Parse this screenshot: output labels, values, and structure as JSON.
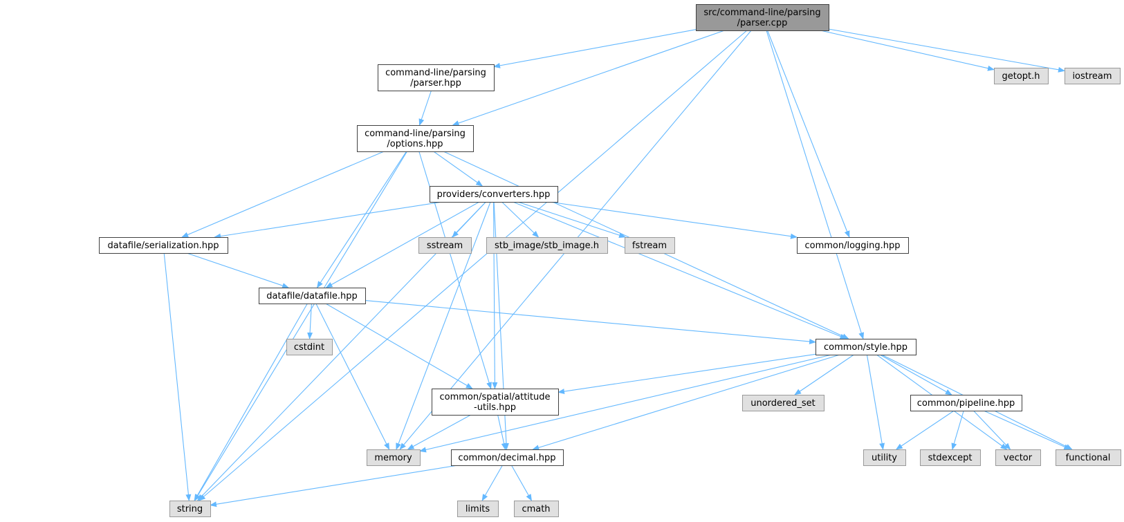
{
  "colors": {
    "root_fill": "#999999",
    "project_fill": "#ffffff",
    "system_fill": "#e0e0e0",
    "project_border": "#404040",
    "system_border": "#999999",
    "edge": "#63b8ff"
  },
  "nodes": [
    {
      "id": "root",
      "kind": "root",
      "lines": [
        "src/command-line/parsing",
        "/parser.cpp"
      ]
    },
    {
      "id": "parser_hpp",
      "kind": "project",
      "lines": [
        "command-line/parsing",
        "/parser.hpp"
      ]
    },
    {
      "id": "options_hpp",
      "kind": "project",
      "lines": [
        "command-line/parsing",
        "/options.hpp"
      ]
    },
    {
      "id": "converters_hpp",
      "kind": "project",
      "lines": [
        "providers/converters.hpp"
      ]
    },
    {
      "id": "serialization_hpp",
      "kind": "project",
      "lines": [
        "datafile/serialization.hpp"
      ]
    },
    {
      "id": "datafile_hpp",
      "kind": "project",
      "lines": [
        "datafile/datafile.hpp"
      ]
    },
    {
      "id": "logging_hpp",
      "kind": "project",
      "lines": [
        "common/logging.hpp"
      ]
    },
    {
      "id": "style_hpp",
      "kind": "project",
      "lines": [
        "common/style.hpp"
      ]
    },
    {
      "id": "attitude_hpp",
      "kind": "project",
      "lines": [
        "common/spatial/attitude",
        "-utils.hpp"
      ]
    },
    {
      "id": "decimal_hpp",
      "kind": "project",
      "lines": [
        "common/decimal.hpp"
      ]
    },
    {
      "id": "pipeline_hpp",
      "kind": "project",
      "lines": [
        "common/pipeline.hpp"
      ]
    },
    {
      "id": "getopt_h",
      "kind": "system",
      "lines": [
        "getopt.h"
      ]
    },
    {
      "id": "iostream",
      "kind": "system",
      "lines": [
        "iostream"
      ]
    },
    {
      "id": "sstream",
      "kind": "system",
      "lines": [
        "sstream"
      ]
    },
    {
      "id": "stb_image_h",
      "kind": "system",
      "lines": [
        "stb_image/stb_image.h"
      ]
    },
    {
      "id": "fstream",
      "kind": "system",
      "lines": [
        "fstream"
      ]
    },
    {
      "id": "cstdint",
      "kind": "system",
      "lines": [
        "cstdint"
      ]
    },
    {
      "id": "unordered_set",
      "kind": "system",
      "lines": [
        "unordered_set"
      ]
    },
    {
      "id": "memory",
      "kind": "system",
      "lines": [
        "memory"
      ]
    },
    {
      "id": "utility",
      "kind": "system",
      "lines": [
        "utility"
      ]
    },
    {
      "id": "stdexcept",
      "kind": "system",
      "lines": [
        "stdexcept"
      ]
    },
    {
      "id": "vector",
      "kind": "system",
      "lines": [
        "vector"
      ]
    },
    {
      "id": "functional",
      "kind": "system",
      "lines": [
        "functional"
      ]
    },
    {
      "id": "limits",
      "kind": "system",
      "lines": [
        "limits"
      ]
    },
    {
      "id": "cmath",
      "kind": "system",
      "lines": [
        "cmath"
      ]
    },
    {
      "id": "string",
      "kind": "system",
      "lines": [
        "string"
      ]
    }
  ],
  "edges": [
    [
      "root",
      "string"
    ],
    [
      "root",
      "memory"
    ],
    [
      "root",
      "parser_hpp"
    ],
    [
      "root",
      "options_hpp"
    ],
    [
      "root",
      "logging_hpp"
    ],
    [
      "root",
      "style_hpp"
    ],
    [
      "root",
      "getopt_h"
    ],
    [
      "root",
      "iostream"
    ],
    [
      "parser_hpp",
      "options_hpp"
    ],
    [
      "options_hpp",
      "string"
    ],
    [
      "options_hpp",
      "serialization_hpp"
    ],
    [
      "options_hpp",
      "datafile_hpp"
    ],
    [
      "options_hpp",
      "converters_hpp"
    ],
    [
      "options_hpp",
      "attitude_hpp"
    ],
    [
      "options_hpp",
      "style_hpp"
    ],
    [
      "converters_hpp",
      "serialization_hpp"
    ],
    [
      "converters_hpp",
      "string"
    ],
    [
      "converters_hpp",
      "datafile_hpp"
    ],
    [
      "converters_hpp",
      "memory"
    ],
    [
      "converters_hpp",
      "sstream"
    ],
    [
      "converters_hpp",
      "stb_image_h"
    ],
    [
      "converters_hpp",
      "fstream"
    ],
    [
      "converters_hpp",
      "logging_hpp"
    ],
    [
      "converters_hpp",
      "attitude_hpp"
    ],
    [
      "converters_hpp",
      "decimal_hpp"
    ],
    [
      "converters_hpp",
      "style_hpp"
    ],
    [
      "serialization_hpp",
      "string"
    ],
    [
      "serialization_hpp",
      "datafile_hpp"
    ],
    [
      "datafile_hpp",
      "cstdint"
    ],
    [
      "datafile_hpp",
      "string"
    ],
    [
      "datafile_hpp",
      "memory"
    ],
    [
      "datafile_hpp",
      "attitude_hpp"
    ],
    [
      "datafile_hpp",
      "style_hpp"
    ],
    [
      "style_hpp",
      "attitude_hpp"
    ],
    [
      "style_hpp",
      "memory"
    ],
    [
      "style_hpp",
      "unordered_set"
    ],
    [
      "style_hpp",
      "decimal_hpp"
    ],
    [
      "style_hpp",
      "utility"
    ],
    [
      "style_hpp",
      "pipeline_hpp"
    ],
    [
      "style_hpp",
      "vector"
    ],
    [
      "style_hpp",
      "functional"
    ],
    [
      "attitude_hpp",
      "memory"
    ],
    [
      "attitude_hpp",
      "decimal_hpp"
    ],
    [
      "decimal_hpp",
      "string"
    ],
    [
      "decimal_hpp",
      "limits"
    ],
    [
      "decimal_hpp",
      "cmath"
    ],
    [
      "pipeline_hpp",
      "utility"
    ],
    [
      "pipeline_hpp",
      "stdexcept"
    ],
    [
      "pipeline_hpp",
      "vector"
    ],
    [
      "pipeline_hpp",
      "functional"
    ]
  ]
}
